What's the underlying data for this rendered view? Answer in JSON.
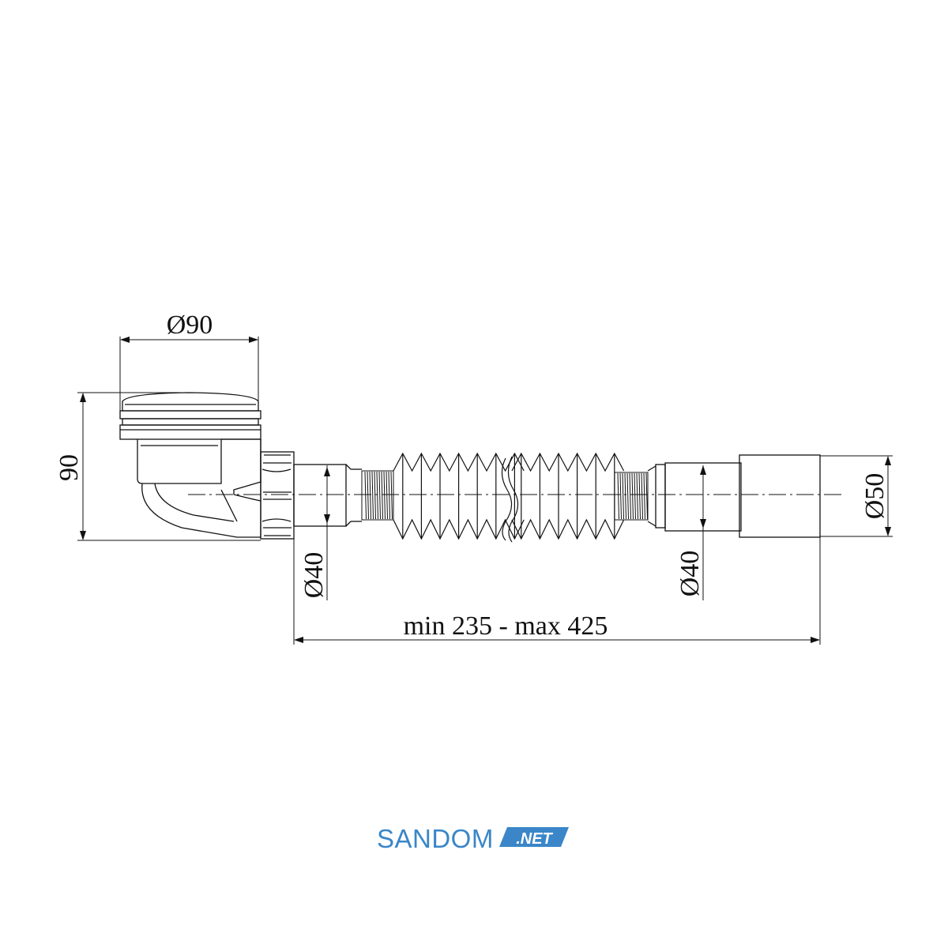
{
  "dimensions": {
    "top_diameter": "Ø90",
    "height": "90",
    "inlet_diameter": "Ø40",
    "outlet_inner_diameter": "Ø40",
    "outlet_diameter": "Ø50",
    "length_range": "min 235 - max 425"
  },
  "logo": {
    "brand": "SANDOM",
    "domain_badge": ".NET"
  },
  "colors": {
    "line": "#111111",
    "logo_blue": "#3a86c8"
  }
}
